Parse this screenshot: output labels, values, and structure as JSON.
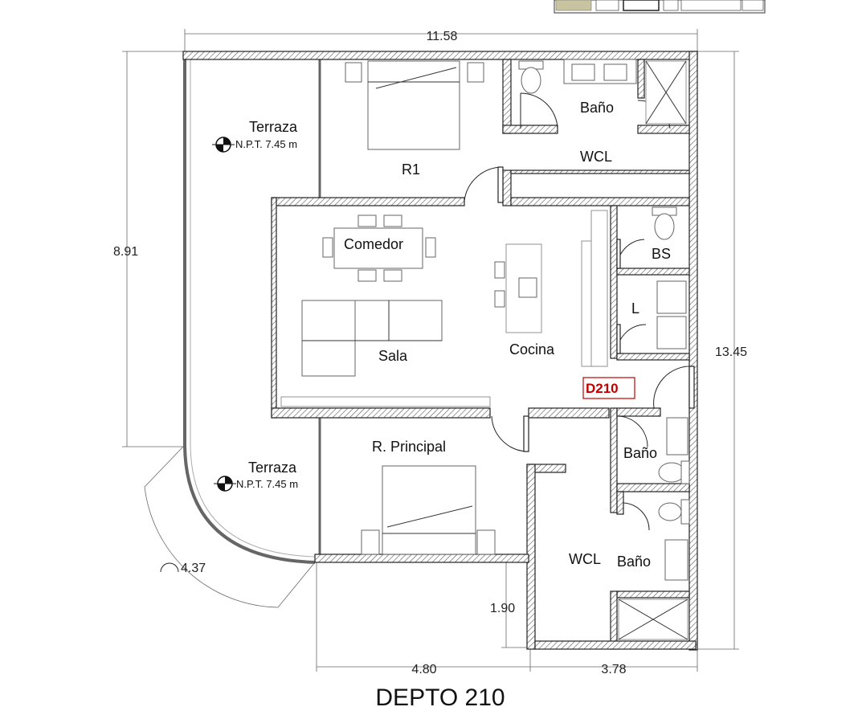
{
  "title": "DEPTO 210",
  "unit_label": "D210",
  "rooms": {
    "terraza_top": "Terraza",
    "terraza_top_level": "N.P.T. 7.45 m",
    "r1": "R1",
    "bano_top": "Baño",
    "wcl_top": "WCL",
    "comedor": "Comedor",
    "sala": "Sala",
    "cocina": "Cocina",
    "bs": "BS",
    "l": "L",
    "r_principal": "R. Principal",
    "terraza_bottom": "Terraza",
    "terraza_bottom_level": "N.P.T. 7.45 m",
    "bano_mid": "Baño",
    "wcl_bottom": "WCL",
    "bano_bottom": "Baño"
  },
  "dimensions": {
    "top_width": "11.58",
    "left_height": "8.91",
    "right_height": "13.45",
    "bottom_left": "4.80",
    "bottom_right": "3.78",
    "lower_height": "1.90",
    "arc_length": "4.37"
  }
}
